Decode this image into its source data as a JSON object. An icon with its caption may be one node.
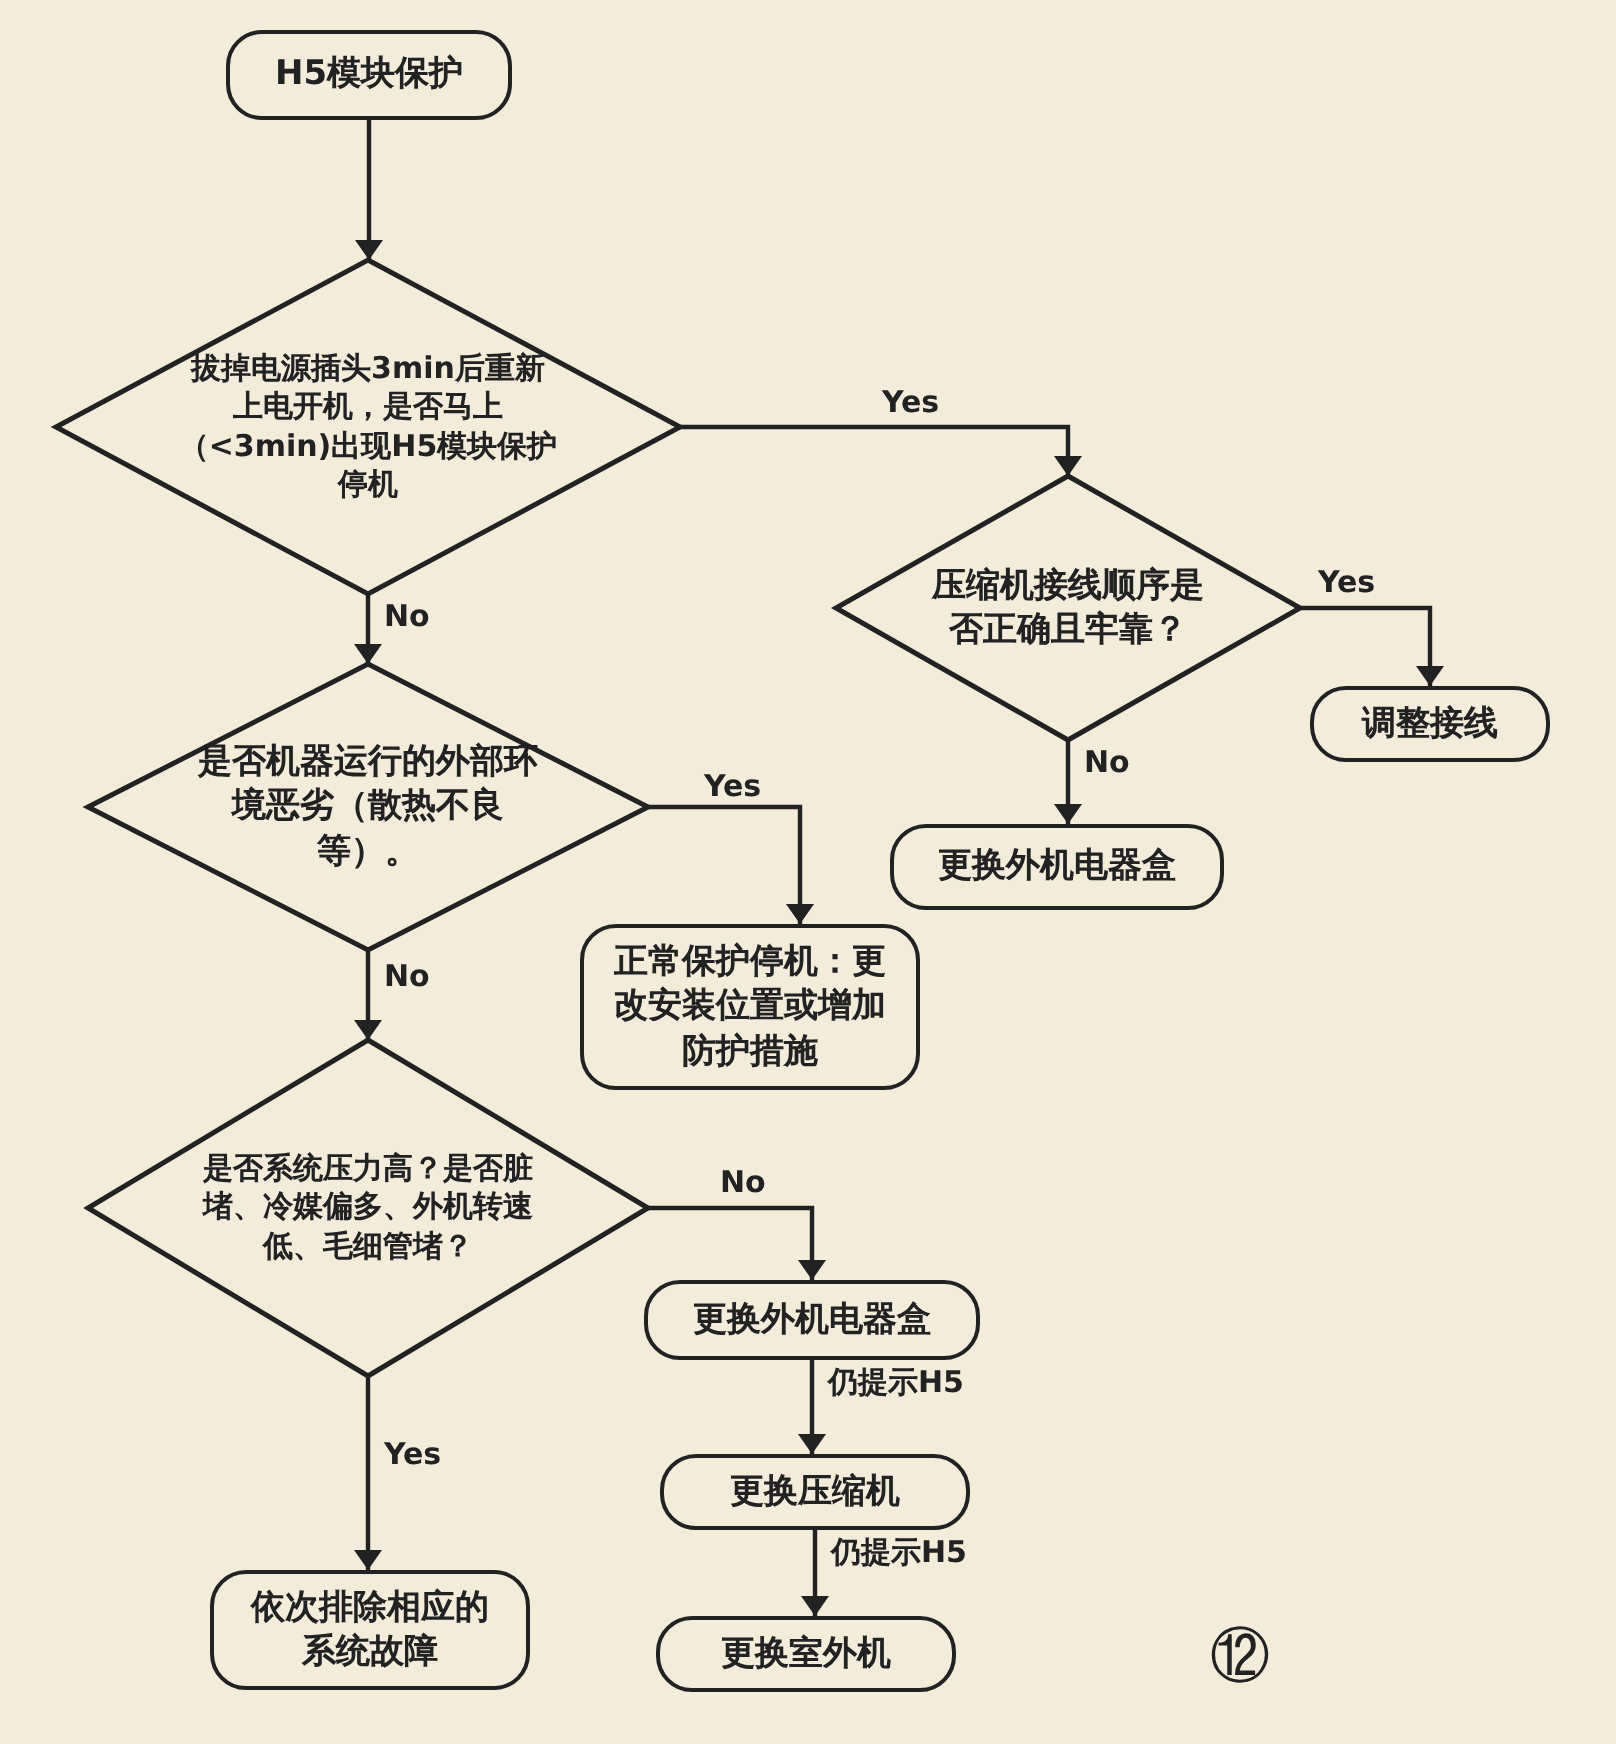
{
  "diagram": {
    "nodes": [
      {
        "text": [
          "H5模块保护"
        ]
      },
      {
        "text": [
          "拔掉电源插头3min后重新上电开机，是否马上（<3min)出现H5模块保护停机"
        ]
      },
      {
        "text": [
          "压缩机接线顺序是否正确且牢靠？"
        ]
      },
      {
        "text": [
          "调整接线"
        ]
      },
      {
        "text": [
          "更换外机电器盒"
        ]
      },
      {
        "text": [
          "是否机器运行的外部环境恶劣（散热不良等）。"
        ]
      },
      {
        "text": [
          "正常保护停机：更改安装位置或增加防护措施"
        ]
      },
      {
        "text": [
          "是否系统压力高？是否脏堵、冷媒偏多、外机转速低、毛细管堵？"
        ]
      },
      {
        "text": [
          "更换外机电器盒"
        ]
      },
      {
        "text": [
          "更换压缩机"
        ]
      },
      {
        "text": [
          "更换室外机"
        ]
      },
      {
        "text": [
          "依次排除相应的系统故障"
        ]
      }
    ],
    "edges": [
      {
        "from": 0,
        "to": 1,
        "arrow": "to"
      },
      {
        "from": 1,
        "to": 2,
        "arrow": "to",
        "label": "Yes"
      },
      {
        "from": 1,
        "to": 5,
        "arrow": "to",
        "label": "No"
      },
      {
        "from": 2,
        "to": 3,
        "arrow": "to",
        "label": "Yes"
      },
      {
        "from": 2,
        "to": 4,
        "arrow": "to",
        "label": "No"
      },
      {
        "from": 5,
        "to": 6,
        "arrow": "to",
        "label": "Yes"
      },
      {
        "from": 5,
        "to": 7,
        "arrow": "to",
        "label": "No"
      },
      {
        "from": 7,
        "to": 8,
        "arrow": "to",
        "label": "No"
      },
      {
        "from": 7,
        "to": 11,
        "arrow": "to",
        "label": "Yes"
      },
      {
        "from": 8,
        "to": 9,
        "arrow": "to",
        "label": "仍提示H5"
      },
      {
        "from": 9,
        "to": 10,
        "arrow": "to",
        "label": "仍提示H5"
      }
    ],
    "labels": [
      "⑫"
    ]
  }
}
